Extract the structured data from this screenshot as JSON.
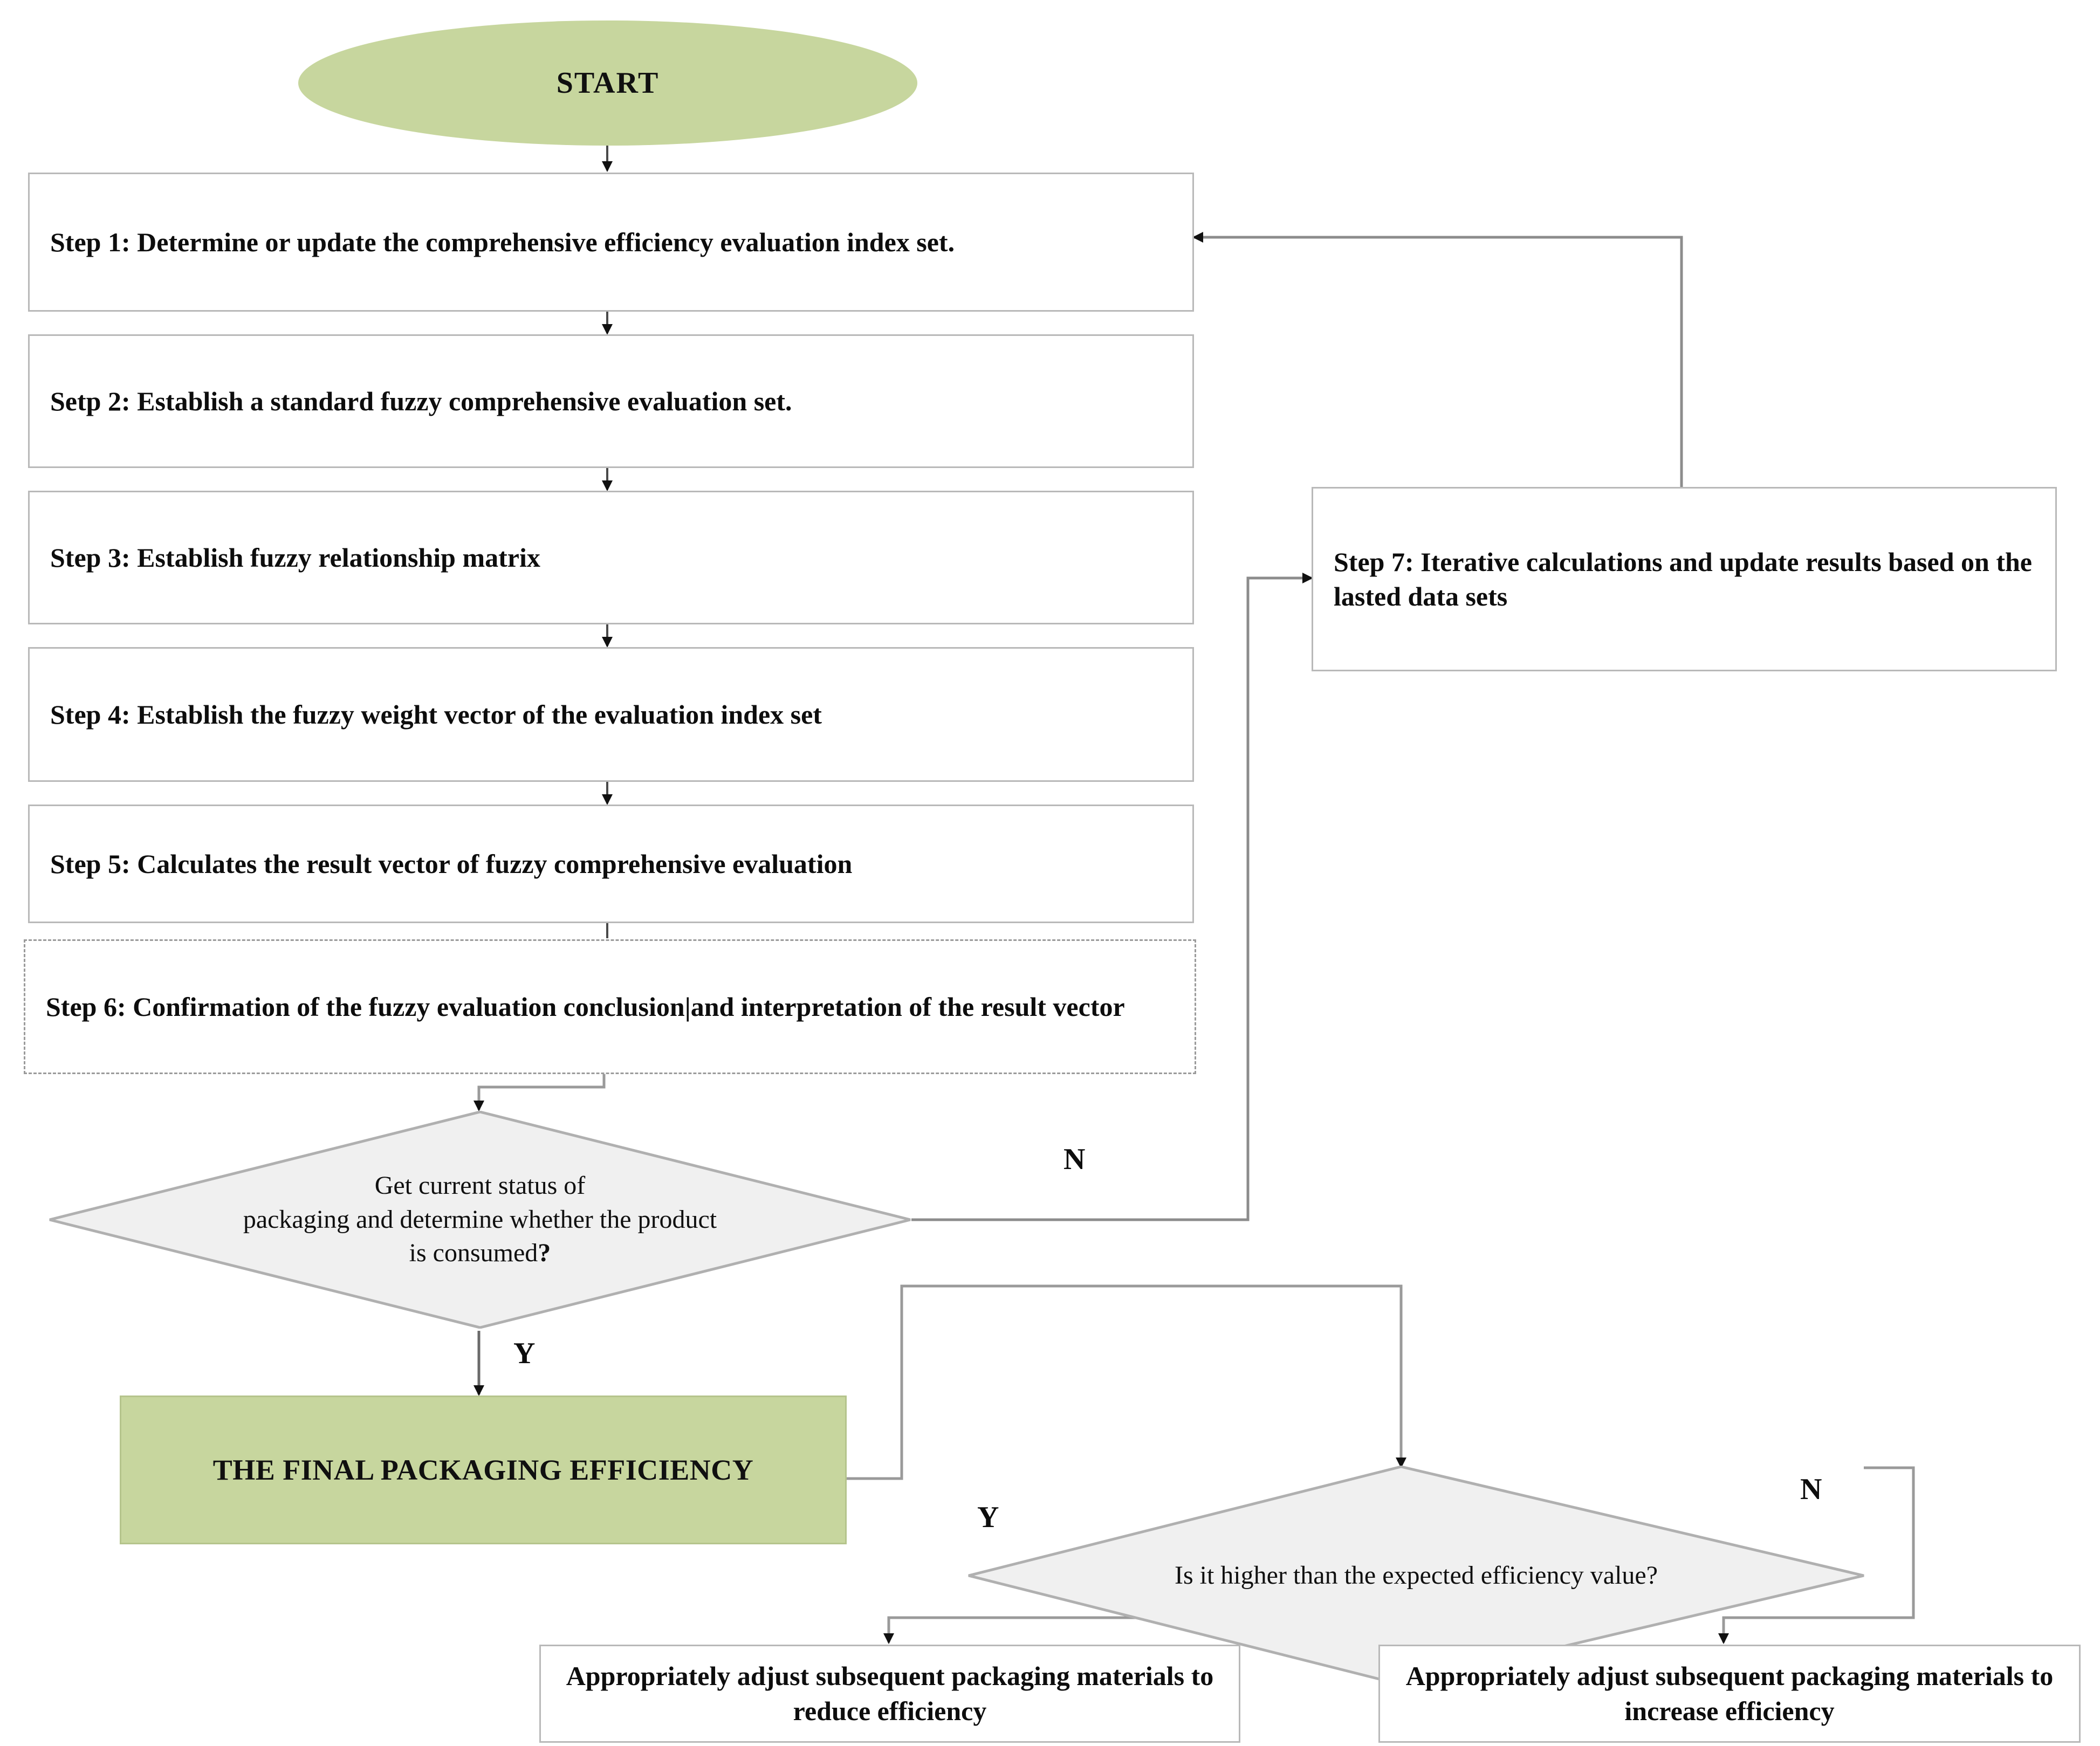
{
  "diagram": {
    "title_node": {
      "label": "START"
    },
    "steps": [
      {
        "id": "step1",
        "label": "Step 1: Determine or update the comprehensive efficiency evaluation index set."
      },
      {
        "id": "step2",
        "label": "Setp 2: Establish a standard fuzzy comprehensive evaluation set."
      },
      {
        "id": "step3",
        "label": "Step 3: Establish fuzzy relationship matrix"
      },
      {
        "id": "step4",
        "label": "Step 4: Establish the fuzzy weight vector of the evaluation index set"
      },
      {
        "id": "step5",
        "label": "Step 5: Calculates the result vector of fuzzy comprehensive evaluation"
      },
      {
        "id": "step6",
        "label": "Step 6: Confirmation of the fuzzy evaluation conclusion|and interpretation of the result vector"
      }
    ],
    "step7": {
      "label": "Step 7: Iterative calculations and update results based on the lasted data sets"
    },
    "decisions": [
      {
        "id": "decision1",
        "line1": "Get current status of",
        "line2": "packaging and determine whether the product",
        "line3": "is consumed",
        "qmark": "?"
      },
      {
        "id": "decision2",
        "line1": "Is it higher than the expected efficiency value?",
        "line2": "",
        "line3": "",
        "qmark": ""
      }
    ],
    "terminal": {
      "label": "THE FINAL PACKAGING EFFICIENCY"
    },
    "outcomes": [
      {
        "id": "reduce",
        "label": "Appropriately adjust subsequent packaging materials to reduce efficiency"
      },
      {
        "id": "increase",
        "label": "Appropriately adjust subsequent packaging materials to increase efficiency"
      }
    ],
    "branch_labels": {
      "d1_no": "N",
      "d1_yes": "Y",
      "d2_yes": "Y",
      "d2_no": "N"
    },
    "colors": {
      "accent_green": "#c7d69e",
      "box_border": "#b9b9b9",
      "diamond_fill": "#f0f0f0",
      "diamond_border": "#b0b0b0",
      "line": "#8c8c8c",
      "arrow": "#111111"
    }
  }
}
